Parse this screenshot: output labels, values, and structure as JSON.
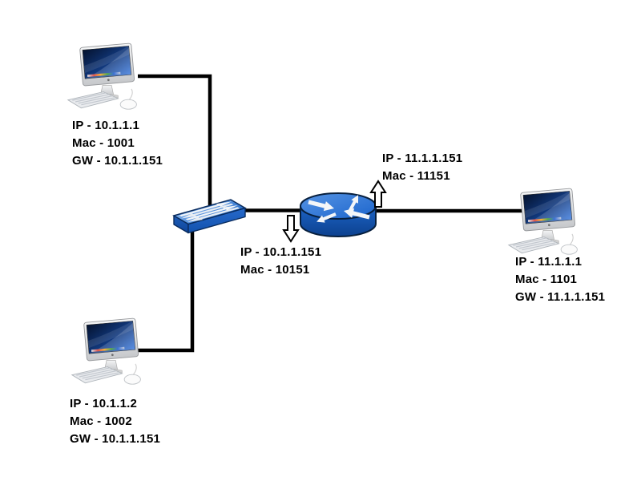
{
  "canvas": {
    "background": "#ffffff"
  },
  "colors": {
    "cable": "#000000",
    "switch_blue": "#2e74cf",
    "router_blue": "#1b64cc",
    "outline_navy": "#0a2c5e",
    "label_text": "#000000",
    "flow_arrow_fill": "#ffffff"
  },
  "nodes": {
    "pc1": {
      "kind": "computer",
      "ip": "IP - 10.1.1.1",
      "mac": "Mac - 1001",
      "gw": "GW - 10.1.1.151"
    },
    "pc2": {
      "kind": "computer",
      "ip": "IP - 10.1.1.2",
      "mac": "Mac - 1002",
      "gw": "GW - 10.1.1.151"
    },
    "pc3": {
      "kind": "computer",
      "ip": "IP - 11.1.1.1",
      "mac": "Mac - 1101",
      "gw": "GW - 11.1.1.151"
    },
    "switch": {
      "kind": "switch"
    },
    "router": {
      "kind": "router",
      "wan": {
        "ip": "IP - 11.1.1.151",
        "mac": "Mac - 11151"
      },
      "lan": {
        "ip": "IP - 10.1.1.151",
        "mac": "Mac - 10151"
      }
    }
  }
}
